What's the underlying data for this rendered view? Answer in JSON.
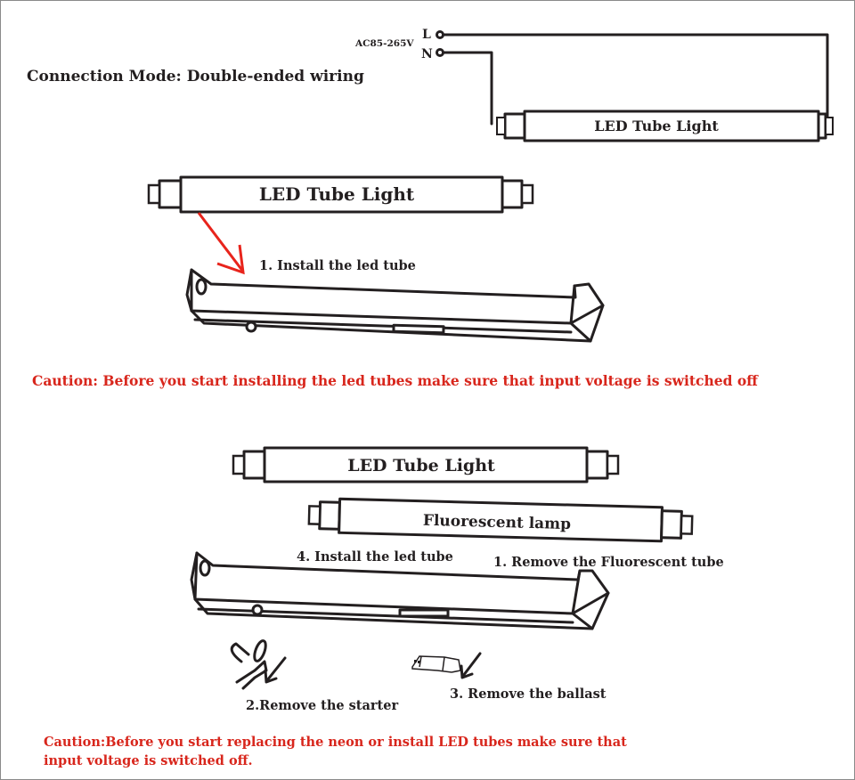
{
  "header": {
    "connection_mode": "Connection Mode: Double-ended wiring"
  },
  "wiring": {
    "voltage": "AC85-265V",
    "live": "L",
    "neutral": "N",
    "tube_label": "LED Tube Light"
  },
  "step_install": {
    "tube_label": "LED Tube Light",
    "step": "1. Install the led tube",
    "caution": "Caution: Before you start installing the led tubes make sure that input voltage is switched off"
  },
  "step_replace": {
    "led_tube_label": "LED Tube Light",
    "fluorescent_label": "Fluorescent lamp",
    "step1": "1. Remove the Fluorescent tube",
    "step2": "2.Remove the starter",
    "step3": "3. Remove the ballast",
    "step4": "4. Install the led tube",
    "caution_line1": "Caution:Before you start replacing the neon or install LED tubes make sure that",
    "caution_line2": "input voltage is switched off."
  },
  "colors": {
    "caution": "#d8261c",
    "arrow": "#e8241c",
    "ink": "#231f20"
  }
}
